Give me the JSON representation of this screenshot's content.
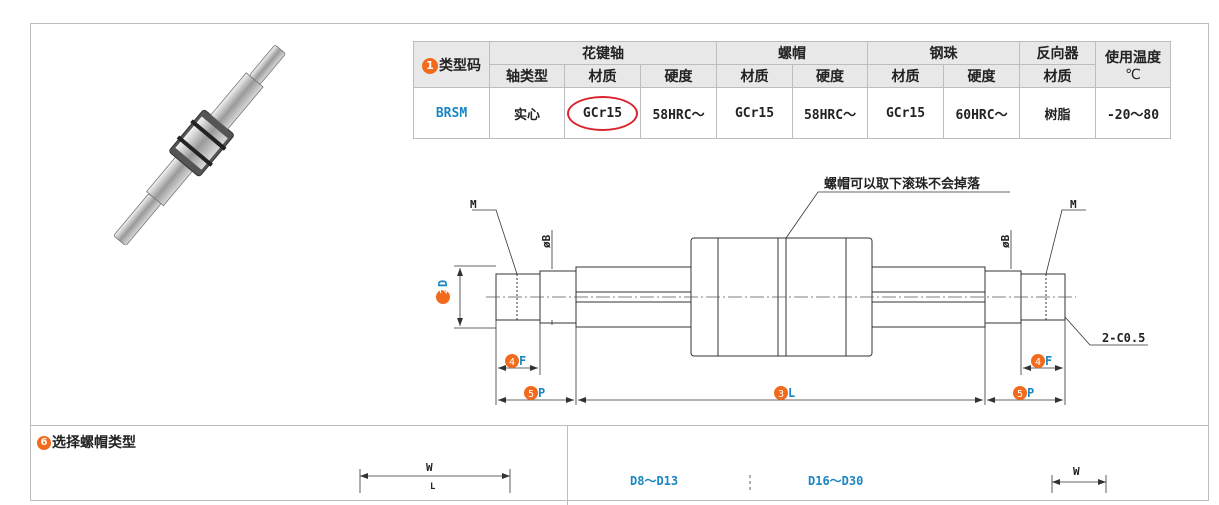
{
  "table": {
    "type_code_badge": "1",
    "type_code_label": "类型码",
    "groups": {
      "spline_shaft": "花键轴",
      "nut": "螺帽",
      "steel_ball": "钢珠",
      "reverser": "反向器",
      "temp": "使用温度",
      "temp_unit": "℃"
    },
    "sub": {
      "shaft_type": "轴类型",
      "material_1": "材质",
      "hardness_1": "硬度",
      "material_2": "材质",
      "hardness_2": "硬度",
      "material_3": "材质",
      "hardness_3": "硬度",
      "material_4": "材质"
    },
    "row": {
      "code": "BRSM",
      "shaft_type": "实心",
      "shaft_material": "GCr15",
      "shaft_hardness": "58HRC～",
      "nut_material": "GCr15",
      "nut_hardness": "58HRC～",
      "ball_material": "GCr15",
      "ball_hardness": "60HRC～",
      "reverser_material": "树脂",
      "temp_range": "-20～80"
    }
  },
  "drawing": {
    "note": "螺帽可以取下滚珠不会掉落",
    "m_left": "M",
    "m_right": "M",
    "phi_b_left": "øB",
    "phi_b_right": "øB",
    "d_badge": "2",
    "d_label": "D",
    "f_badge": "4",
    "f_label": "F",
    "p_badge": "5",
    "p_label": "P",
    "l_badge": "3",
    "l_label": "L",
    "chamfer": "2-C0.5"
  },
  "section6": {
    "badge": "6",
    "title": "选择螺帽类型",
    "w_left": "W",
    "l_small": "L",
    "range_1": "D8～D13",
    "range_2": "D16～D30",
    "w_right": "W"
  },
  "colors": {
    "accent_orange": "#f26b1d",
    "accent_blue": "#1a86c4",
    "highlight_red": "#d9232d"
  }
}
